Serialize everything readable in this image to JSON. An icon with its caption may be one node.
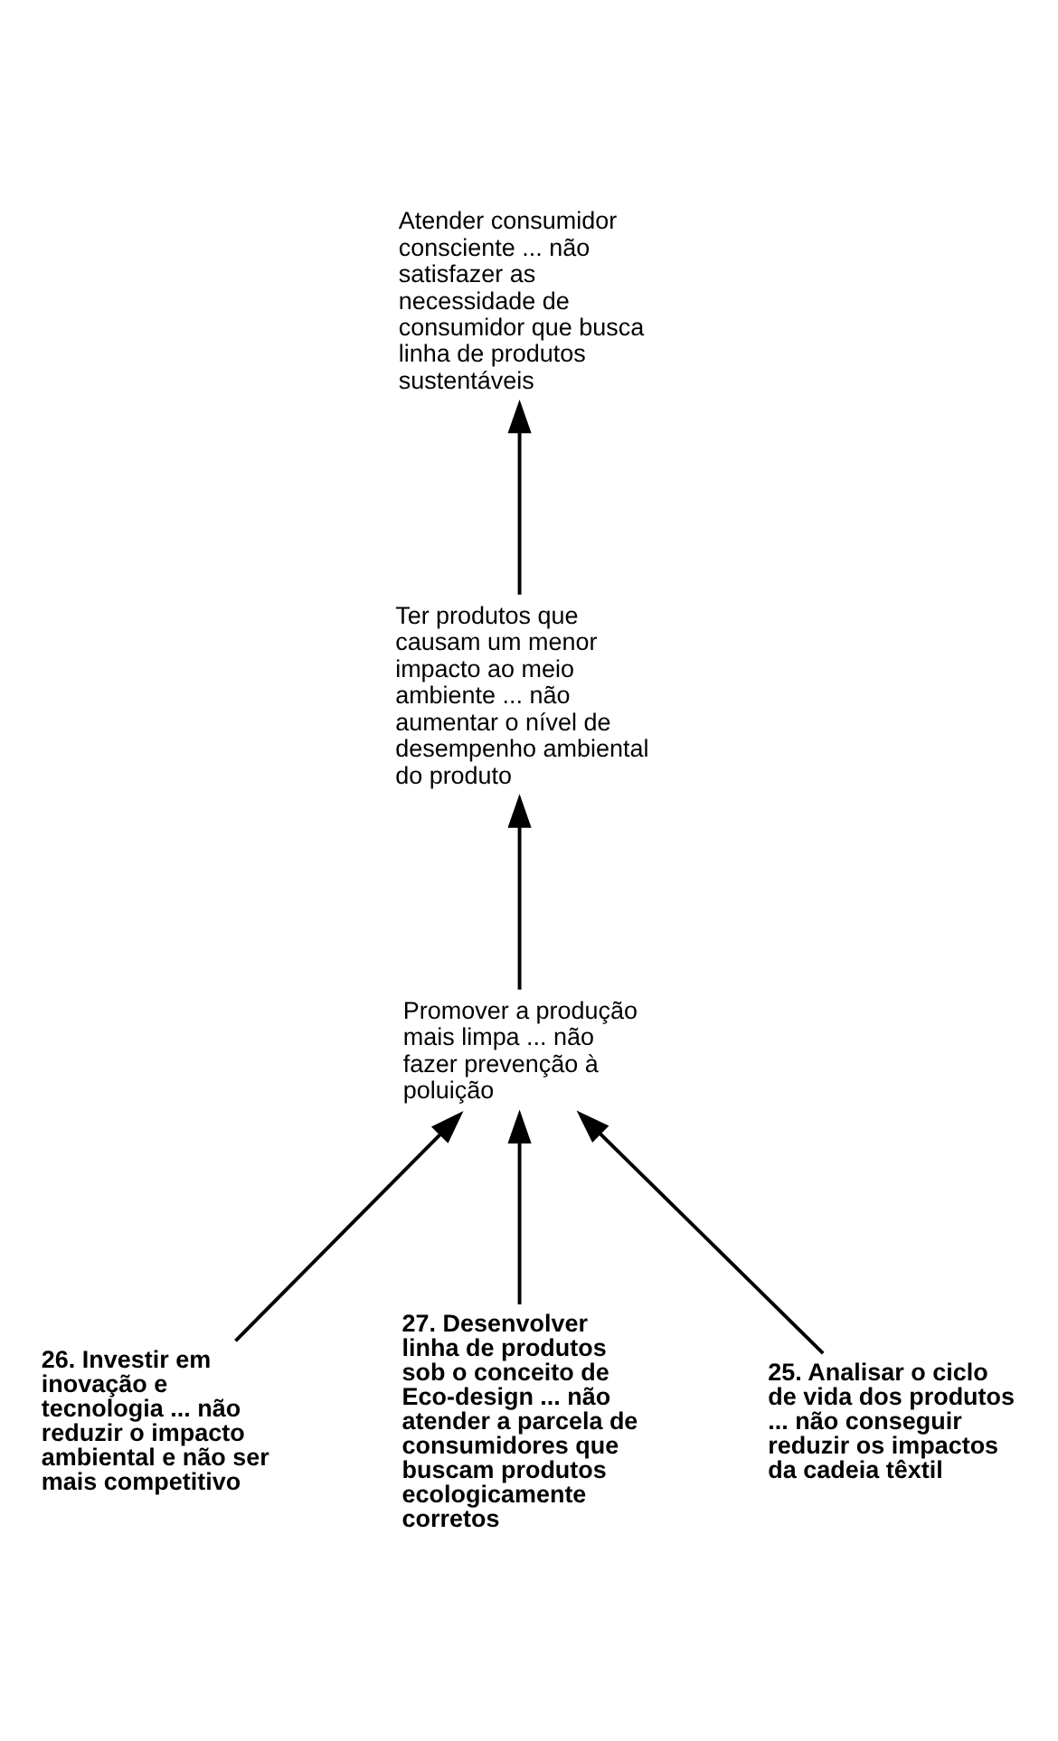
{
  "diagram": {
    "nodes": [
      {
        "text": [
          "Atender consumidor consciente ... não satisfazer as necessidade de consumidor que busca linha de produtos sustentáveis"
        ]
      },
      {
        "text": [
          "Ter produtos que causam um menor impacto ao meio ambiente ... não aumentar o nível de desempenho ambiental do produto"
        ]
      },
      {
        "text": [
          "Promover a produção mais limpa ... não fazer prevenção à poluição"
        ]
      },
      {
        "text": [
          "26. Investir em inovação e tecnologia ... não reduzir o impacto ambiental e não ser mais competitivo"
        ]
      },
      {
        "text": [
          "27. Desenvolver linha de produtos sob o conceito de Eco-design ... não atender a parcela de consumidores que buscam produtos ecologicamente corretos"
        ]
      },
      {
        "text": [
          "25. Analisar o ciclo de vida dos produtos ... não conseguir reduzir os impactos da cadeia têxtil"
        ]
      }
    ],
    "edges": [
      {
        "from": 1,
        "to": 0,
        "arrow": "to"
      },
      {
        "from": 2,
        "to": 1,
        "arrow": "to"
      },
      {
        "from": 3,
        "to": 2,
        "arrow": "to"
      },
      {
        "from": 4,
        "to": 2,
        "arrow": "to"
      },
      {
        "from": 5,
        "to": 2,
        "arrow": "to"
      }
    ]
  }
}
